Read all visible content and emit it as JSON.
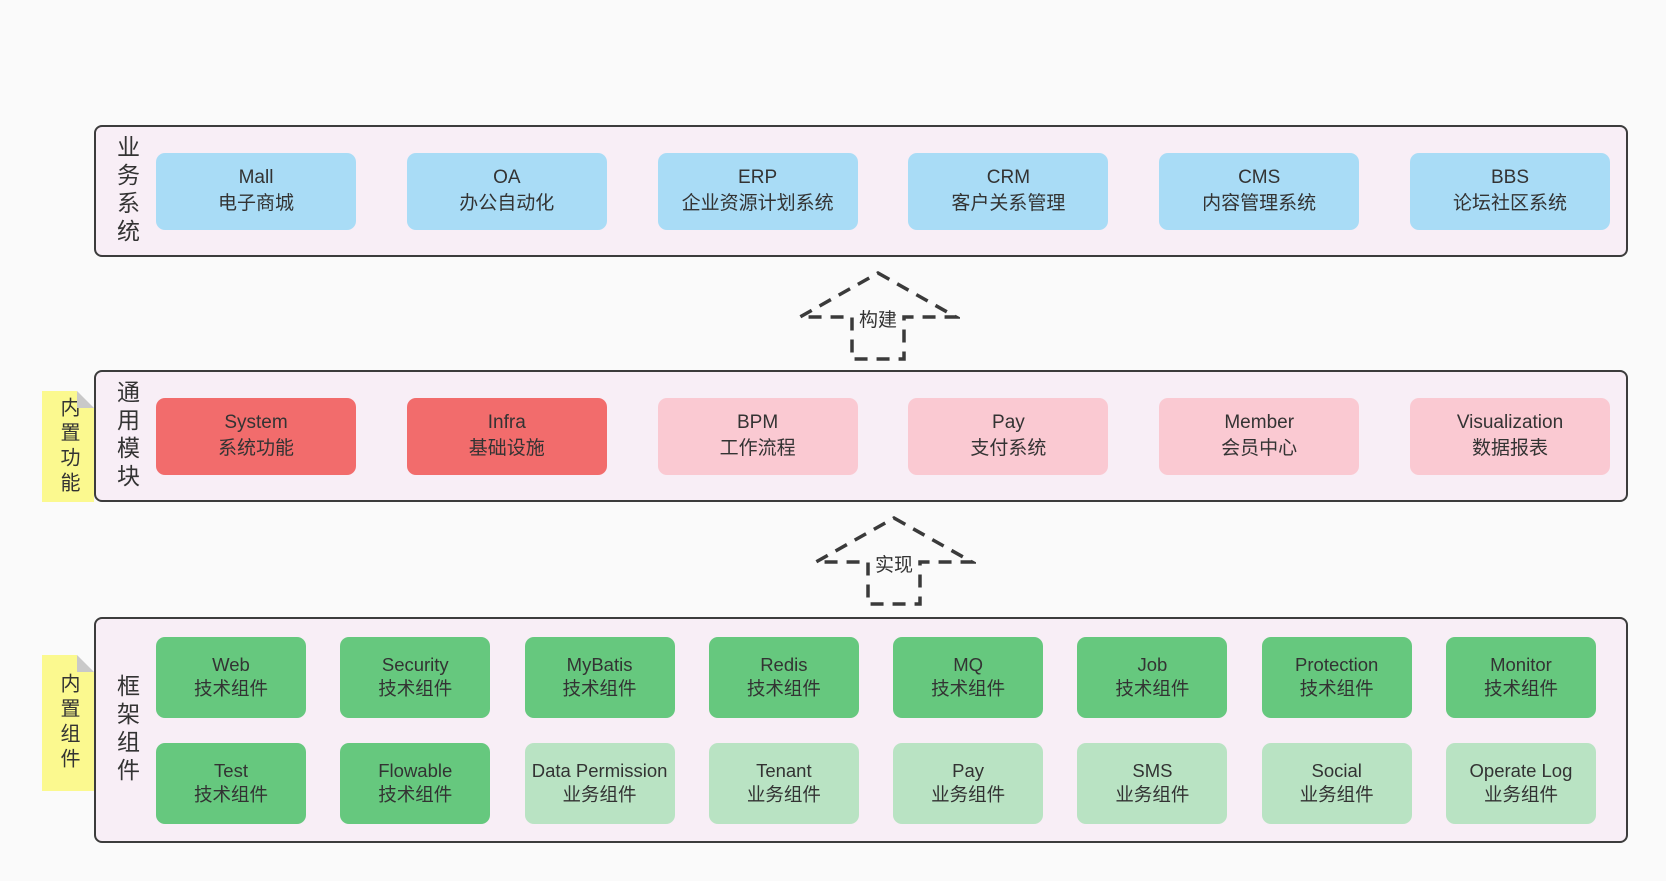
{
  "palette": {
    "page_bg": "#fafafa",
    "container_bg": "#f8eef6",
    "container_border": "#3c3c3c",
    "blue": "#a9dcf6",
    "red": "#f26c6c",
    "pink": "#fac9d2",
    "green": "#66c87e",
    "green_light": "#b9e3c3",
    "sticky_yellow": "#fbf98f",
    "fold_gray": "#c9c9c9",
    "text": "#333333"
  },
  "arrows": [
    {
      "label": "构建"
    },
    {
      "label": "实现"
    }
  ],
  "layers": [
    {
      "label": "业务系统",
      "boxes": [
        {
          "title": "Mall",
          "subtitle": "电子商城",
          "variant": "blue"
        },
        {
          "title": "OA",
          "subtitle": "办公自动化",
          "variant": "blue"
        },
        {
          "title": "ERP",
          "subtitle": "企业资源计划系统",
          "variant": "blue"
        },
        {
          "title": "CRM",
          "subtitle": "客户关系管理",
          "variant": "blue"
        },
        {
          "title": "CMS",
          "subtitle": "内容管理系统",
          "variant": "blue"
        },
        {
          "title": "BBS",
          "subtitle": "论坛社区系统",
          "variant": "blue"
        }
      ]
    },
    {
      "label": "通用模块",
      "sticky": "内置功能",
      "boxes": [
        {
          "title": "System",
          "subtitle": "系统功能",
          "variant": "red"
        },
        {
          "title": "Infra",
          "subtitle": "基础设施",
          "variant": "red"
        },
        {
          "title": "BPM",
          "subtitle": "工作流程",
          "variant": "pink"
        },
        {
          "title": "Pay",
          "subtitle": "支付系统",
          "variant": "pink"
        },
        {
          "title": "Member",
          "subtitle": "会员中心",
          "variant": "pink"
        },
        {
          "title": "Visualization",
          "subtitle": "数据报表",
          "variant": "pink"
        }
      ]
    },
    {
      "label": "框架组件",
      "sticky": "内置组件",
      "rows": [
        [
          {
            "title": "Web",
            "subtitle": "技术组件",
            "variant": "green"
          },
          {
            "title": "Security",
            "subtitle": "技术组件",
            "variant": "green"
          },
          {
            "title": "MyBatis",
            "subtitle": "技术组件",
            "variant": "green"
          },
          {
            "title": "Redis",
            "subtitle": "技术组件",
            "variant": "green"
          },
          {
            "title": "MQ",
            "subtitle": "技术组件",
            "variant": "green"
          },
          {
            "title": "Job",
            "subtitle": "技术组件",
            "variant": "green"
          },
          {
            "title": "Protection",
            "subtitle": "技术组件",
            "variant": "green"
          },
          {
            "title": "Monitor",
            "subtitle": "技术组件",
            "variant": "green"
          }
        ],
        [
          {
            "title": "Test",
            "subtitle": "技术组件",
            "variant": "green"
          },
          {
            "title": "Flowable",
            "subtitle": "技术组件",
            "variant": "green"
          },
          {
            "title": "Data Permission",
            "subtitle": "业务组件",
            "variant": "green-light"
          },
          {
            "title": "Tenant",
            "subtitle": "业务组件",
            "variant": "green-light"
          },
          {
            "title": "Pay",
            "subtitle": "业务组件",
            "variant": "green-light"
          },
          {
            "title": "SMS",
            "subtitle": "业务组件",
            "variant": "green-light"
          },
          {
            "title": "Social",
            "subtitle": "业务组件",
            "variant": "green-light"
          },
          {
            "title": "Operate Log",
            "subtitle": "业务组件",
            "variant": "green-light"
          }
        ]
      ]
    }
  ]
}
